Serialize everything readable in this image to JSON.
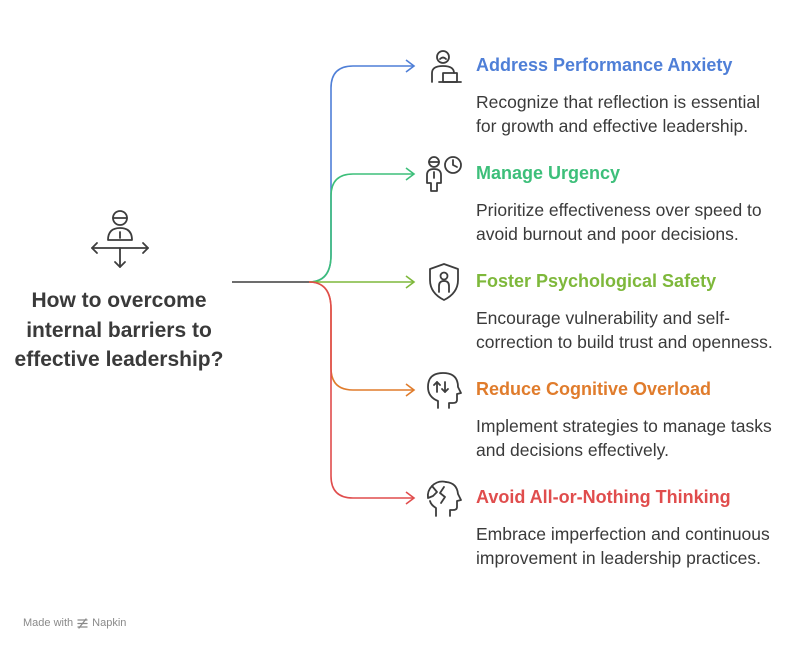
{
  "center": {
    "question": "How to overcome internal barriers to effective leadership?",
    "icon": "person-crossroads-icon"
  },
  "colors": {
    "trunk": "#3d3d3d",
    "blue": "#4f7fd7",
    "green": "#3dbf7a",
    "lime": "#7eb83b",
    "orange": "#e07c2c",
    "red": "#e04d4d",
    "text": "#3a3a3a"
  },
  "branches": [
    {
      "title": "Address Performance Anxiety",
      "description": "Recognize that reflection is essential for growth and effective leadership.",
      "color": "#4f7fd7",
      "icon": "presenter-at-podium-icon"
    },
    {
      "title": "Manage Urgency",
      "description": "Prioritize effectiveness over speed to avoid burnout and poor decisions.",
      "color": "#3dbf7a",
      "icon": "person-with-clock-icon"
    },
    {
      "title": "Foster Psychological Safety",
      "description": "Encourage vulnerability and self-correction to build trust and openness.",
      "color": "#7eb83b",
      "icon": "shield-person-icon"
    },
    {
      "title": "Reduce Cognitive Overload",
      "description": "Implement strategies to manage tasks and decisions effectively.",
      "color": "#e07c2c",
      "icon": "head-with-arrows-icon"
    },
    {
      "title": "Avoid All-or-Nothing Thinking",
      "description": "Embrace imperfection and continuous improvement in leadership practices.",
      "color": "#e04d4d",
      "icon": "broken-head-icon"
    }
  ],
  "footer": {
    "made_with": "Made with",
    "brand": "Napkin"
  }
}
